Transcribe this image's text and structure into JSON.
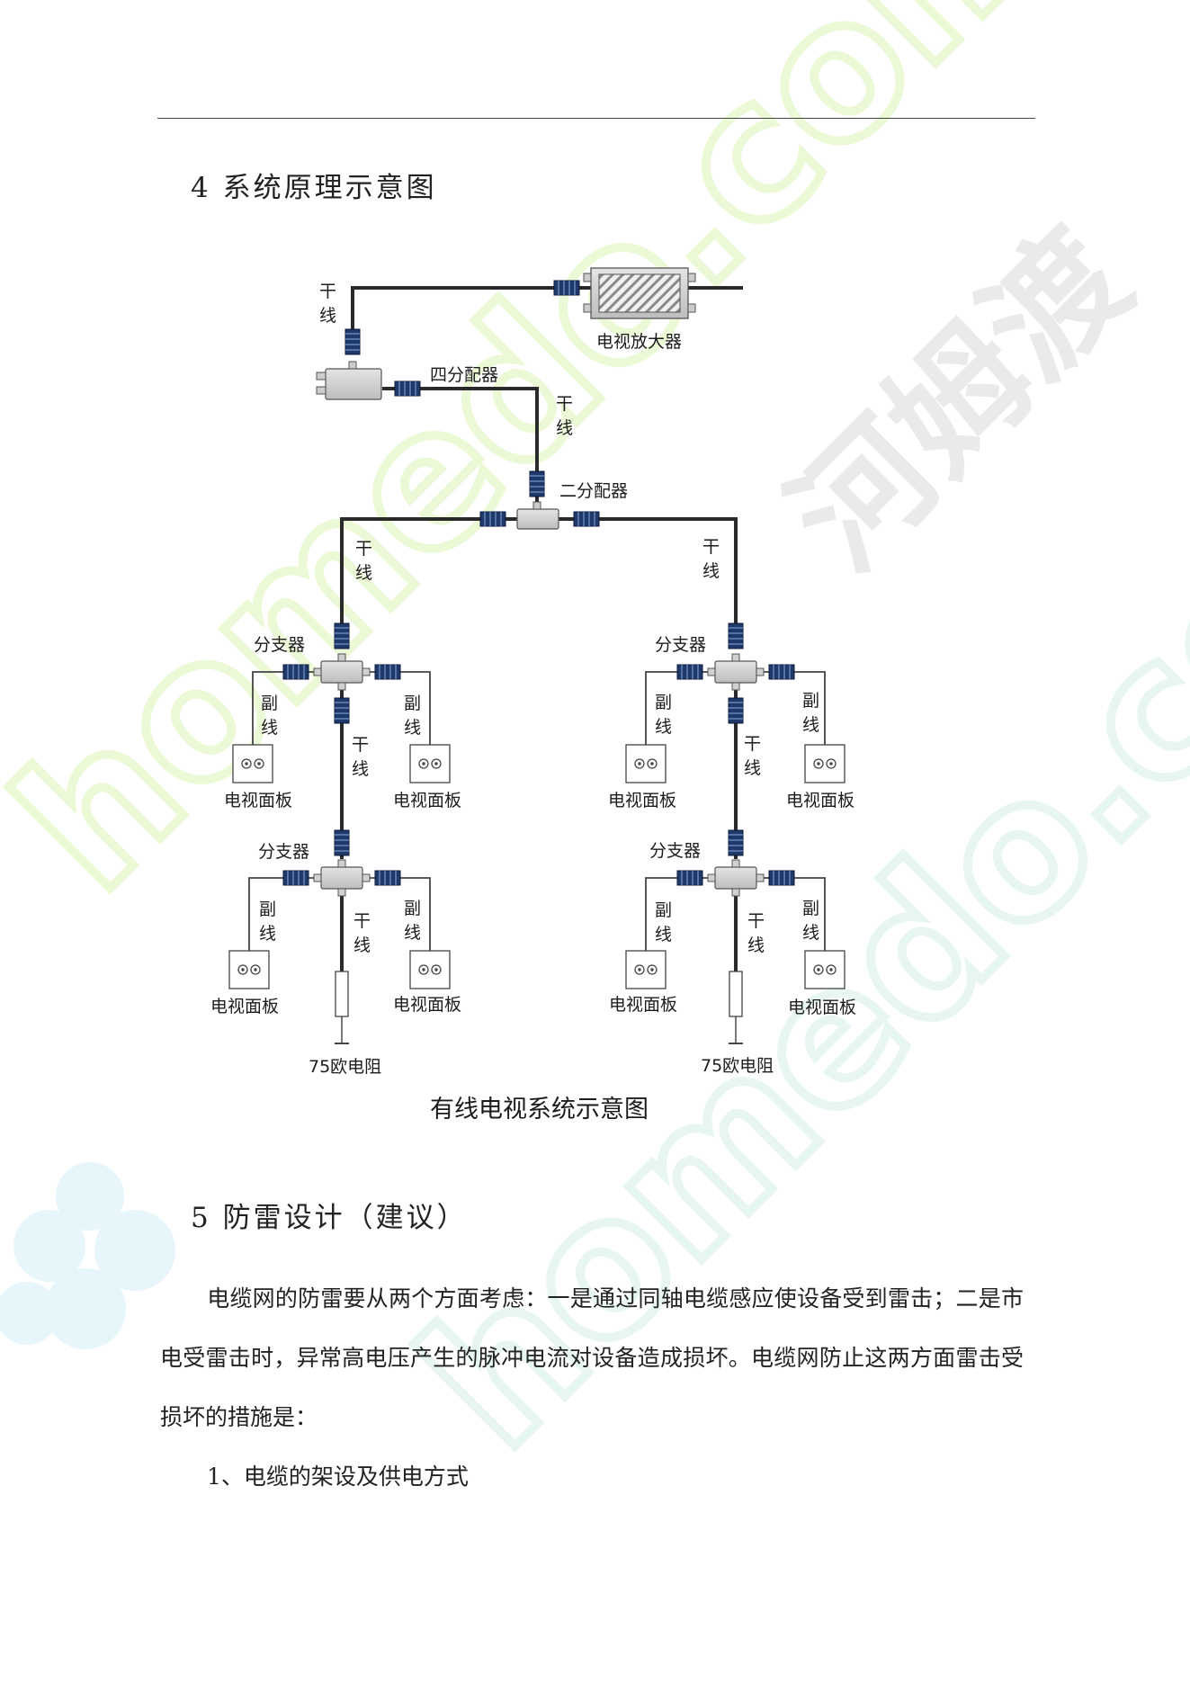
{
  "heading_4": "4 系统原理示意图",
  "heading_5": "5 防雷设计（建议）",
  "watermark_text": "homedo.com",
  "watermark_cn": "河姆渡",
  "diagram": {
    "caption": "有线电视系统示意图",
    "amplifier": "电视放大器",
    "splitter4": "四分配器",
    "splitter2": "二分配器",
    "trunk": "干\n线",
    "branch_line": "副\n线",
    "tap": "分支器",
    "panel": "电视面板",
    "terminator": "75欧电阻"
  },
  "paragraph": "电缆网的防雷要从两个方面考虑：一是通过同轴电缆感应使设备受到雷击；二是市电受雷击时，异常高电压产生的脉冲电流对设备造成损坏。电缆网防止这两方面雷击受损坏的措施是：",
  "list_item_1": "1、电缆的架设及供电方式"
}
